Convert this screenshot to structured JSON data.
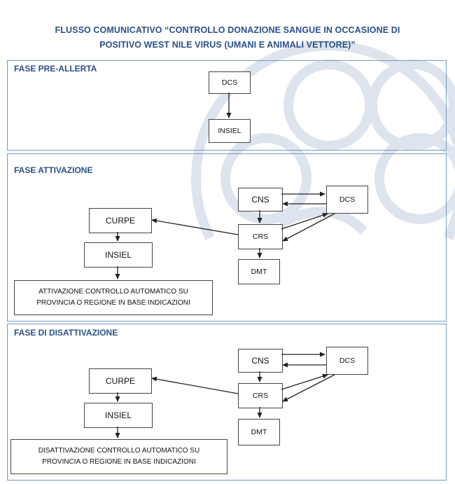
{
  "title": {
    "line1": "FLUSSO COMUNICATIVO “CONTROLLO DONAZIONE SANGUE IN OCCASIONE DI",
    "line2": "POSITIVO WEST NILE VIRUS (UMANI E ANIMALI VETTORE)”"
  },
  "phases": {
    "pre_allerta": {
      "label": "FASE PRE-ALLERTA",
      "nodes": {
        "dcs": "DCS",
        "insiel": "INSIEL"
      }
    },
    "attivazione": {
      "label": "FASE ATTIVAZIONE",
      "nodes": {
        "cns": "CNS",
        "dcs": "DCS",
        "crs": "CRS",
        "dmt": "DMT",
        "curpe": "CURPE",
        "insiel": "INSIEL"
      },
      "note_line1": "ATTIVAZIONE CONTROLLO AUTOMATICO SU",
      "note_line2": "PROVINCIA O REGIONE IN BASE INDICAZIONI"
    },
    "disattivazione": {
      "label": "FASE DI DISATTIVAZIONE",
      "nodes": {
        "cns": "CNS",
        "dcs": "DCS",
        "crs": "CRS",
        "dmt": "DMT",
        "curpe": "CURPE",
        "insiel": "INSIEL"
      },
      "note_line1": "DISATTIVAZIONE CONTROLLO AUTOMATICO SU",
      "note_line2": "PROVINCIA O REGIONE IN BASE INDICAZIONI"
    }
  },
  "colors": {
    "title": "#2b4f8c",
    "panel_border": "#6f9ac8",
    "watermark": "#c7d2e2",
    "arrow": "#222222"
  }
}
